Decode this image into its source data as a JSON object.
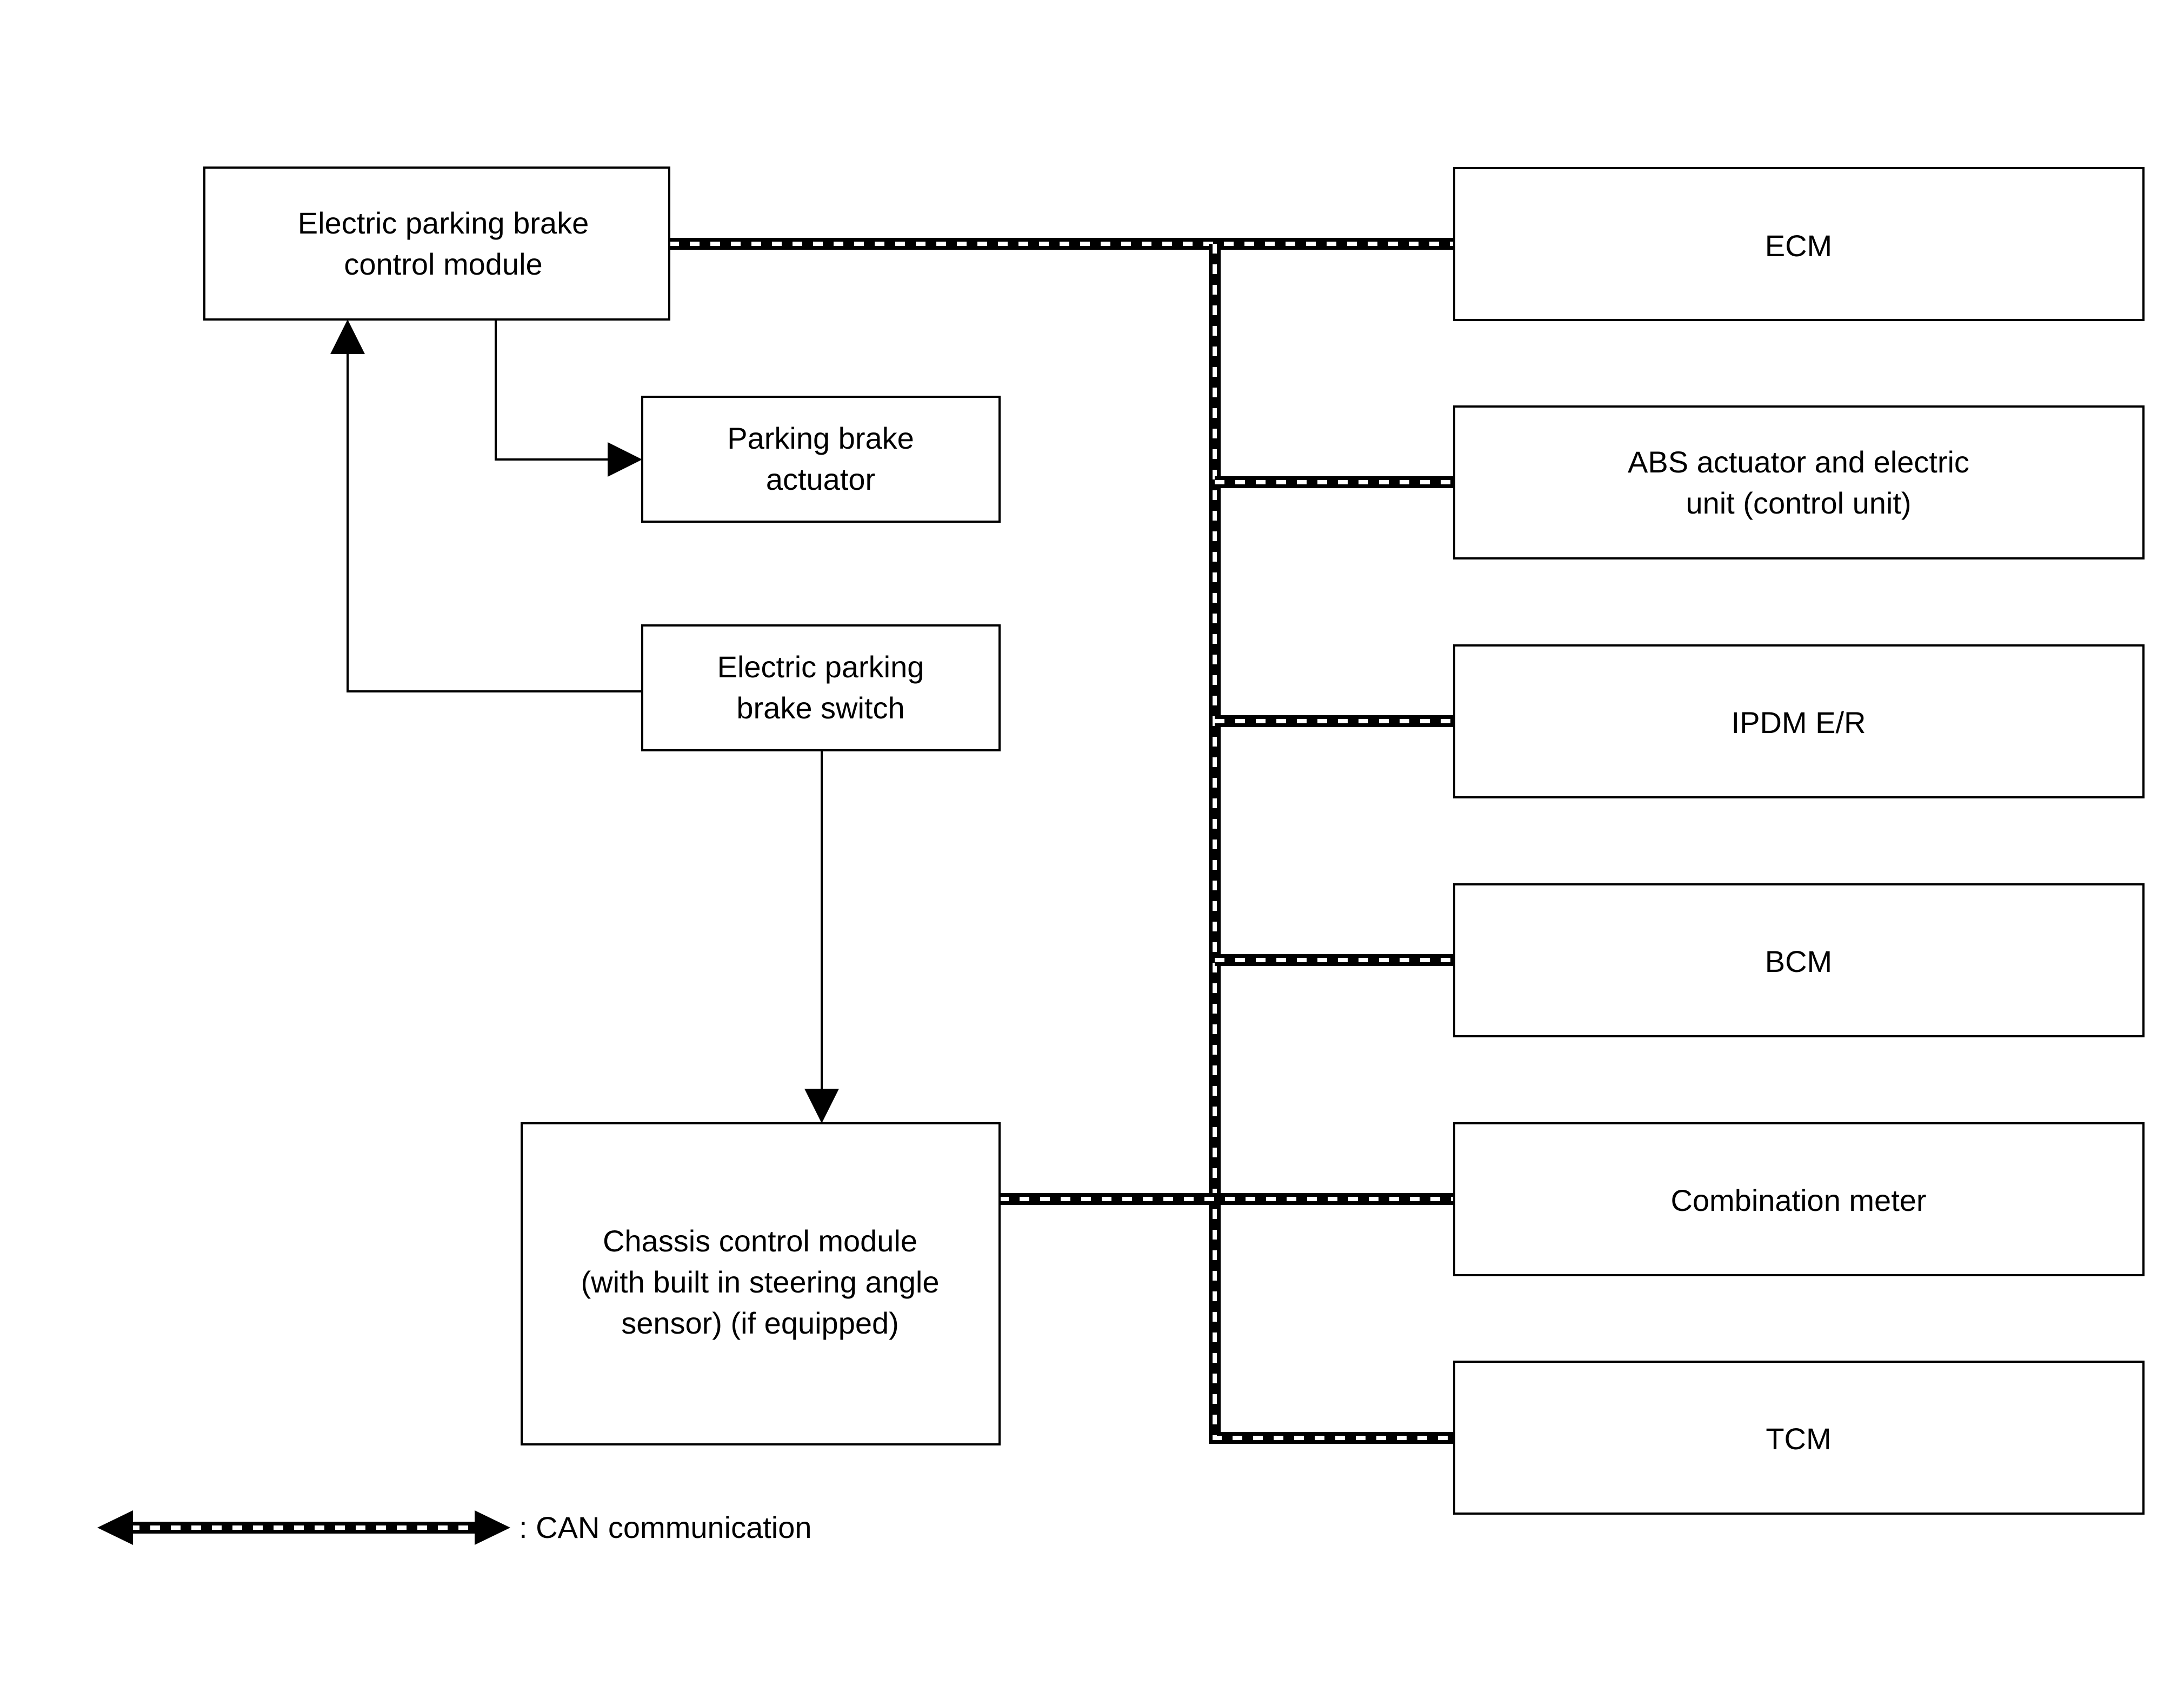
{
  "modules": {
    "epb_control_module": [
      "Electric parking brake",
      "control module"
    ],
    "parking_brake_actuator": [
      "Parking brake",
      "actuator"
    ],
    "epb_switch": [
      "Electric parking",
      "brake switch"
    ],
    "chassis_control_module": [
      "Chassis control module",
      "(with built in steering angle",
      "sensor) (if equipped)"
    ],
    "ecm": [
      "ECM"
    ],
    "abs_actuator": [
      "ABS actuator and electric",
      "unit (control unit)"
    ],
    "ipdm": [
      "IPDM E/R"
    ],
    "bcm": [
      "BCM"
    ],
    "combination_meter": [
      "Combination meter"
    ],
    "tcm": [
      "TCM"
    ]
  },
  "legend": {
    "can_label": ": CAN communication"
  },
  "colors": {
    "line": "#000000",
    "background": "#ffffff"
  }
}
